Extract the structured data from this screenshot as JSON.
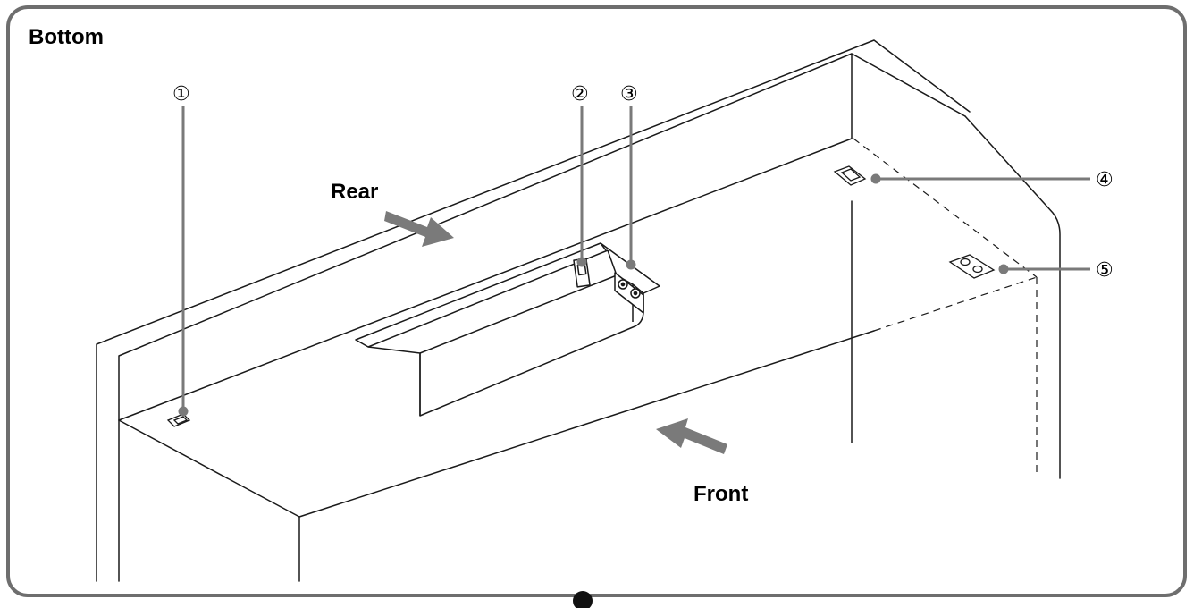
{
  "heading": "Bottom",
  "labels": {
    "rear": "Rear",
    "front": "Front"
  },
  "callouts": [
    {
      "id": "1",
      "glyph": "①"
    },
    {
      "id": "2",
      "glyph": "②"
    },
    {
      "id": "3",
      "glyph": "③"
    },
    {
      "id": "4",
      "glyph": "④"
    },
    {
      "id": "5",
      "glyph": "⑤"
    }
  ],
  "colors": {
    "frame": "#6e6e6e",
    "line": "#1a1a1a",
    "arrow": "#7a7a7a",
    "leader": "#7a7a7a"
  }
}
